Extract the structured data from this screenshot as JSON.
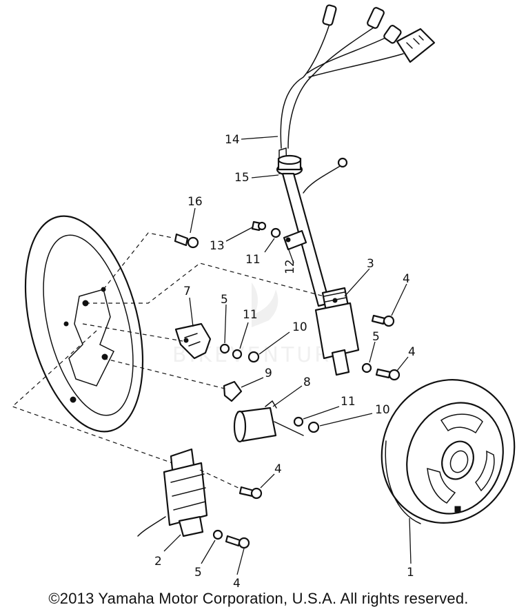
{
  "callouts": {
    "c1": "1",
    "c2": "2",
    "c3": "3",
    "c4a": "4",
    "c4b": "4",
    "c4c": "4",
    "c4d": "4",
    "c5a": "5",
    "c5b": "5",
    "c5c": "5",
    "c7": "7",
    "c8": "8",
    "c9": "9",
    "c10a": "10",
    "c10b": "10",
    "c11a": "11",
    "c11b": "11",
    "c11c": "11",
    "c12": "12",
    "c13": "13",
    "c14": "14",
    "c15": "15",
    "c16": "16"
  },
  "copyright": "©2013 Yamaha Motor Corporation, U.S.A. All rights reserved."
}
